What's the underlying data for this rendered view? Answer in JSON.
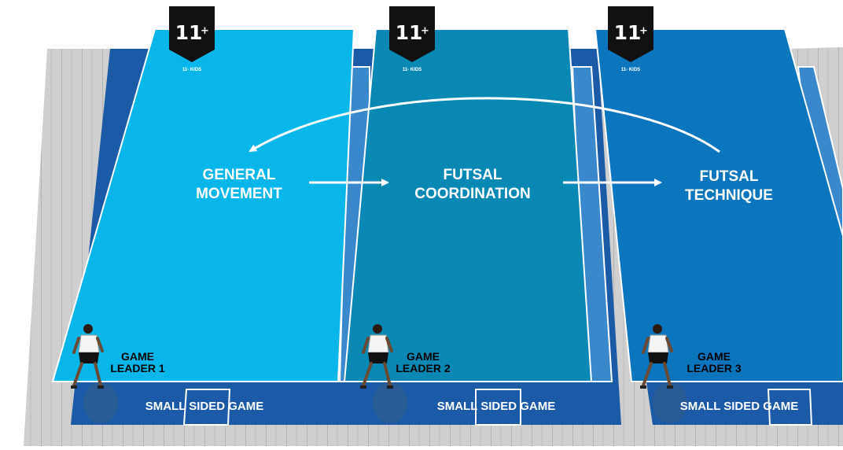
{
  "colors": {
    "floor": "#c9c9c9",
    "floor_plank": "#a9a9a9",
    "border_blue": "#1a5fa8",
    "goal_frame": "#ffffff"
  },
  "areas": [
    {
      "badge": "11",
      "badge_plus": "+",
      "badge_sub": "11- KIDS",
      "title_line1": "GENERAL",
      "title_line2": "MOVEMENT",
      "leader_line1": "GAME",
      "leader_line2": "LEADER 1",
      "small_sided": "SMALL SIDED GAME",
      "field_color": "#09b6ea"
    },
    {
      "badge": "11",
      "badge_plus": "+",
      "badge_sub": "11- KIDS",
      "title_line1": "FUTSAL",
      "title_line2": "COORDINATION",
      "leader_line1": "GAME",
      "leader_line2": "LEADER 2",
      "small_sided": "SMALL SIDED GAME",
      "field_color": "#0988b4"
    },
    {
      "badge": "11",
      "badge_plus": "+",
      "badge_sub": "11- KIDS",
      "title_line1": "FUTSAL",
      "title_line2": "TECHNIQUE",
      "leader_line1": "GAME",
      "leader_line2": "LEADER 3",
      "small_sided": "SMALL SIDED GAME",
      "field_color": "#0b75be"
    }
  ]
}
